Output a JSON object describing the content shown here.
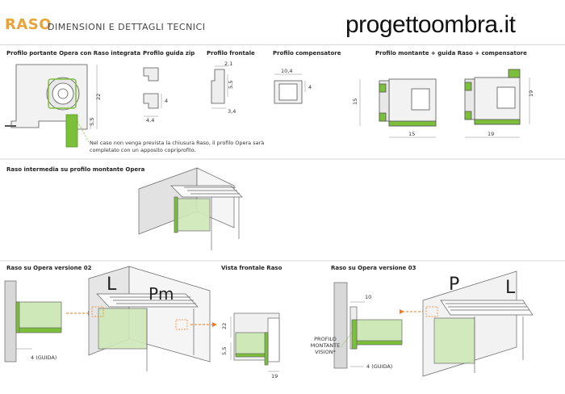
{
  "header": {
    "raso": "RASO",
    "subtitle": "DIMENSIONI E DETTAGLI TECNICI",
    "brand": "progettoombra.it"
  },
  "sections": {
    "s1": "Profilo portante Opera con Raso integrata",
    "s2": "Profilo guida zip",
    "s3": "Profilo frontale",
    "s4": "Profilo compensatore",
    "s5": "Profilo montante + guida Raso + compensatore",
    "s6": "Raso intermedia su profilo montante Opera",
    "s7": "Raso su Opera versione 02",
    "s8": "Vista frontale Raso",
    "s9": "Raso su Opera versione 03"
  },
  "note": "Nel caso non venga prevista la chiusura Raso, il profilo Opera sarà completato con un apposito copriprofilo.",
  "dims": {
    "d22": "22",
    "d5_5": "5,5",
    "d4_4": "4,4",
    "d4": "4",
    "d2_1": "2,1",
    "d3_4": "3,4",
    "d10_4": "10,4",
    "d15a": "15",
    "d15b": "15",
    "d19a": "19",
    "d19b": "19",
    "d10": "10",
    "guida": "4 (GUIDA)",
    "guida2": "4 (GUIDA)",
    "profilo_montante": "PROFILO MONTANTE VISION*",
    "v22": "22",
    "v5_5": "5,5",
    "v19": "19"
  },
  "letters": {
    "L1": "L",
    "Pm": "Pm",
    "P": "P",
    "L2": "L"
  },
  "colors": {
    "accent": "#e8a33b",
    "green": "#7cbf3a",
    "lightgreen": "#cfe8b8",
    "arrow": "#f07a1c"
  }
}
